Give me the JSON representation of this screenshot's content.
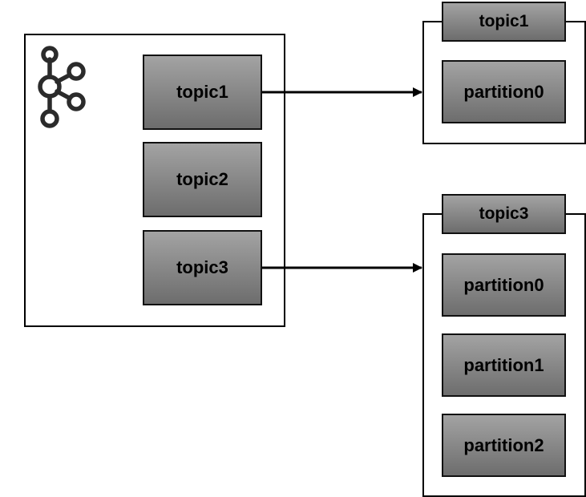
{
  "broker": {
    "logo_icon": "kafka-logo-icon",
    "topics": [
      {
        "label": "topic1"
      },
      {
        "label": "topic2"
      },
      {
        "label": "topic3"
      }
    ]
  },
  "topic_groups": [
    {
      "title": "topic1",
      "partitions": [
        "partition0"
      ]
    },
    {
      "title": "topic3",
      "partitions": [
        "partition0",
        "partition1",
        "partition2"
      ]
    }
  ],
  "colors": {
    "box_fill_top": "#a3a3a3",
    "box_fill_bottom": "#6d6d6d",
    "stroke": "#000000"
  }
}
